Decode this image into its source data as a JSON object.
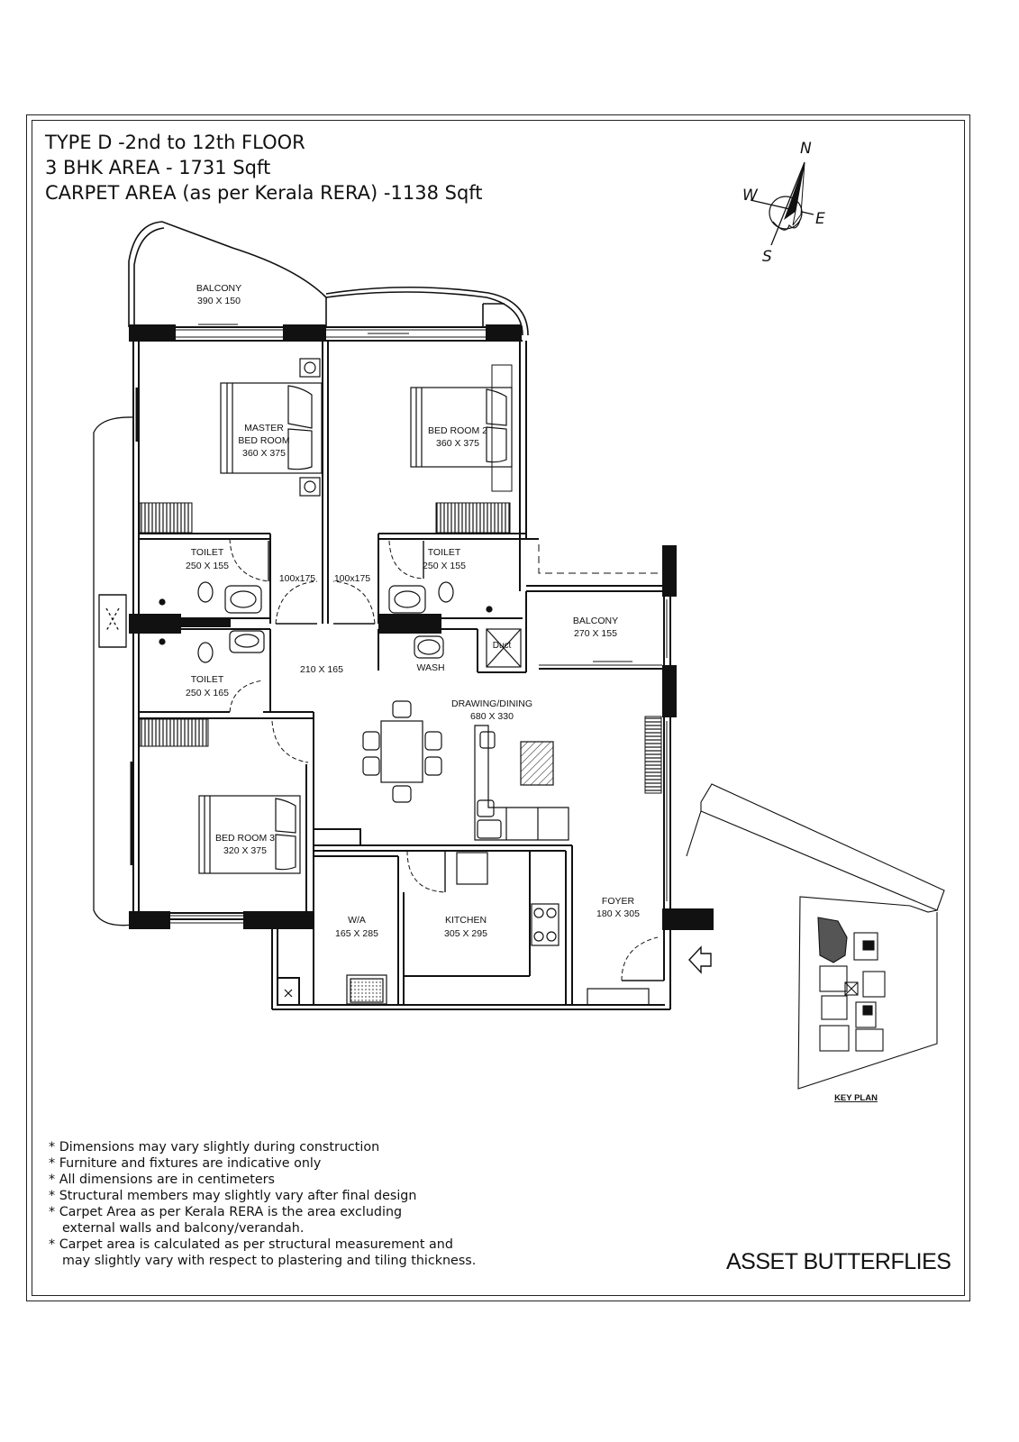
{
  "header": {
    "line1": "TYPE D -2nd to 12th FLOOR",
    "line2": "3 BHK AREA - 1731 Sqft",
    "line3": "CARPET AREA (as per Kerala RERA) -1138 Sqft"
  },
  "compass": {
    "n": "N",
    "s": "S",
    "e": "E",
    "w": "W"
  },
  "rooms": {
    "balcony_top": {
      "name": "BALCONY",
      "dim": "390 X 150"
    },
    "master_bed": {
      "name1": "MASTER",
      "name2": "BED ROOM",
      "dim": "360 X 375"
    },
    "bed2": {
      "name": "BED ROOM 2",
      "dim": "360 X 375"
    },
    "toilet_master": {
      "name": "TOILET",
      "dim": "250 X 155"
    },
    "toilet_bed2": {
      "name": "TOILET",
      "dim": "250 X 155"
    },
    "toilet_common": {
      "name": "TOILET",
      "dim": "250 X 165"
    },
    "passage_a": {
      "dim": "100x175"
    },
    "passage_b": {
      "dim": "100x175"
    },
    "lobby": {
      "dim": "210 X 165"
    },
    "wash": {
      "name": "WASH"
    },
    "duct": {
      "name": "Duct"
    },
    "balcony_right": {
      "name": "BALCONY",
      "dim": "270 X 155"
    },
    "drawing": {
      "name": "DRAWING/DINING",
      "dim": "680 X 330"
    },
    "bed3": {
      "name": "BED ROOM 3",
      "dim": "320 X 375"
    },
    "wa": {
      "name": "W/A",
      "dim": "165 X 285"
    },
    "kitchen": {
      "name": "KITCHEN",
      "dim": "305 X 295"
    },
    "foyer": {
      "name": "FOYER",
      "dim": "180 X 305"
    }
  },
  "key_plan": {
    "label": "KEY PLAN"
  },
  "notes": [
    "* Dimensions may vary slightly during construction",
    "* Furniture and fixtures are indicative only",
    "* All dimensions are in centimeters",
    "* Structural members may slightly vary after final design",
    "* Carpet Area as per Kerala RERA is the area excluding",
    "external walls and balcony/verandah.",
    "* Carpet area is calculated as per structural measurement and",
    "may slightly vary with respect to plastering and tiling thickness."
  ],
  "brand": "ASSET BUTTERFLIES"
}
